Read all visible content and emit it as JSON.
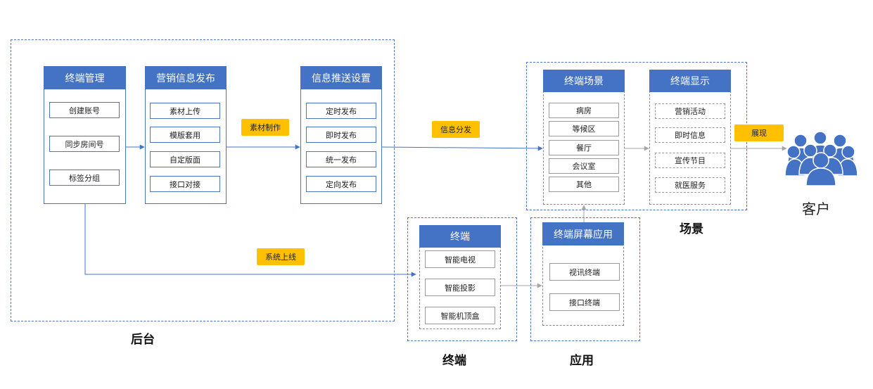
{
  "zones": {
    "backend": "后台",
    "terminal": "终端",
    "application": "应用",
    "scene": "场景"
  },
  "terminal_management": {
    "title": "终端管理",
    "items": [
      "创建账号",
      "同步房间号",
      "标签分组"
    ]
  },
  "marketing_publish": {
    "title": "营销信息发布",
    "items": [
      "素材上传",
      "模版套用",
      "自定版面",
      "接口对接"
    ]
  },
  "push_settings": {
    "title": "信息推送设置",
    "items": [
      "定时发布",
      "即时发布",
      "统一发布",
      "定向发布"
    ]
  },
  "terminal_scene": {
    "title": "终端场景",
    "items": [
      "病房",
      "等候区",
      "餐厅",
      "会议室",
      "其他"
    ]
  },
  "terminal_display": {
    "title": "终端显示",
    "items": [
      "营销活动",
      "即时信息",
      "宣传节目",
      "就医服务"
    ]
  },
  "terminal": {
    "title": "终端",
    "items": [
      "智能电视",
      "智能投影",
      "智能机顶盒"
    ]
  },
  "screen_app": {
    "title": "终端屏幕应用",
    "items": [
      "视讯终端",
      "接口终端"
    ]
  },
  "tags": {
    "material": "素材制作",
    "distribute": "信息分发",
    "online": "系统上线",
    "display": "展现"
  },
  "customer": {
    "label": "客户",
    "icon": "customer-group-icon"
  },
  "colors": {
    "accent": "#4472c4",
    "tag": "#ffc000",
    "arrow_gray": "#a6a6a6"
  }
}
